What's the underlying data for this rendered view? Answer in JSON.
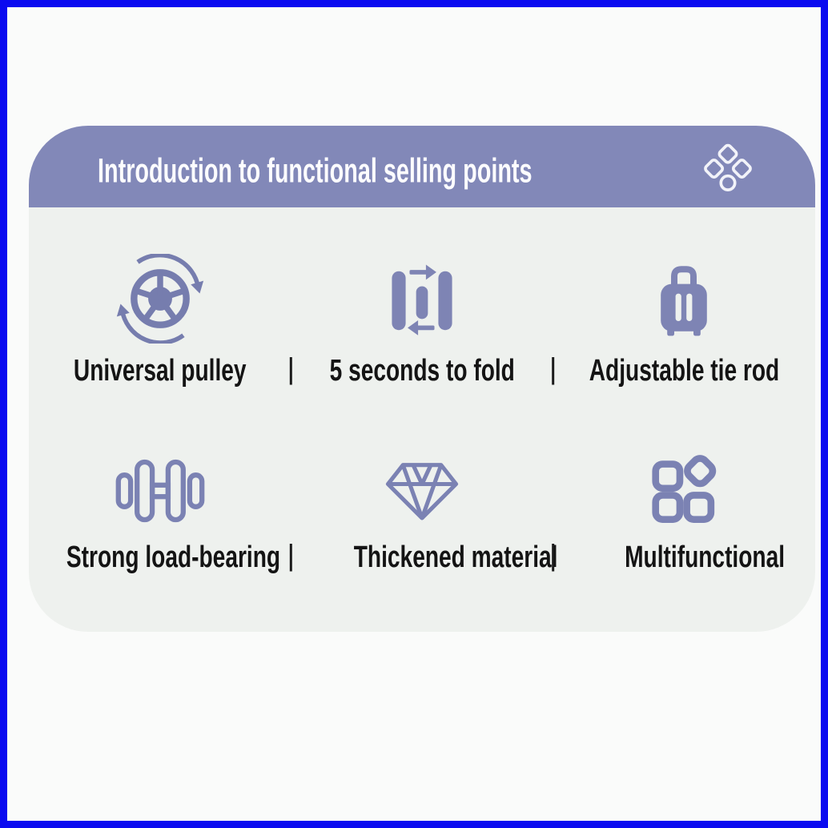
{
  "header": {
    "title": "Introduction to functional selling points",
    "decoration_icon": "diamond-cluster"
  },
  "separator": "|",
  "features": [
    {
      "label": "Universal pulley",
      "icon": "rotating-wheel"
    },
    {
      "label": "5 seconds to fold",
      "icon": "fold-arrows"
    },
    {
      "label": "Adjustable tie rod",
      "icon": "luggage-trolley"
    },
    {
      "label": "Strong load-bearing",
      "icon": "dumbbell"
    },
    {
      "label": "Thickened material",
      "icon": "diamond-gem"
    },
    {
      "label": "Multifunctional",
      "icon": "shapes-grid"
    }
  ],
  "colors": {
    "frame_border": "#0a0af0",
    "header_background": "#8288b8",
    "body_background": "#eef1ee",
    "icon_accent": "#7b82b3",
    "title_text": "#fcfcfe",
    "label_text": "#141414"
  }
}
